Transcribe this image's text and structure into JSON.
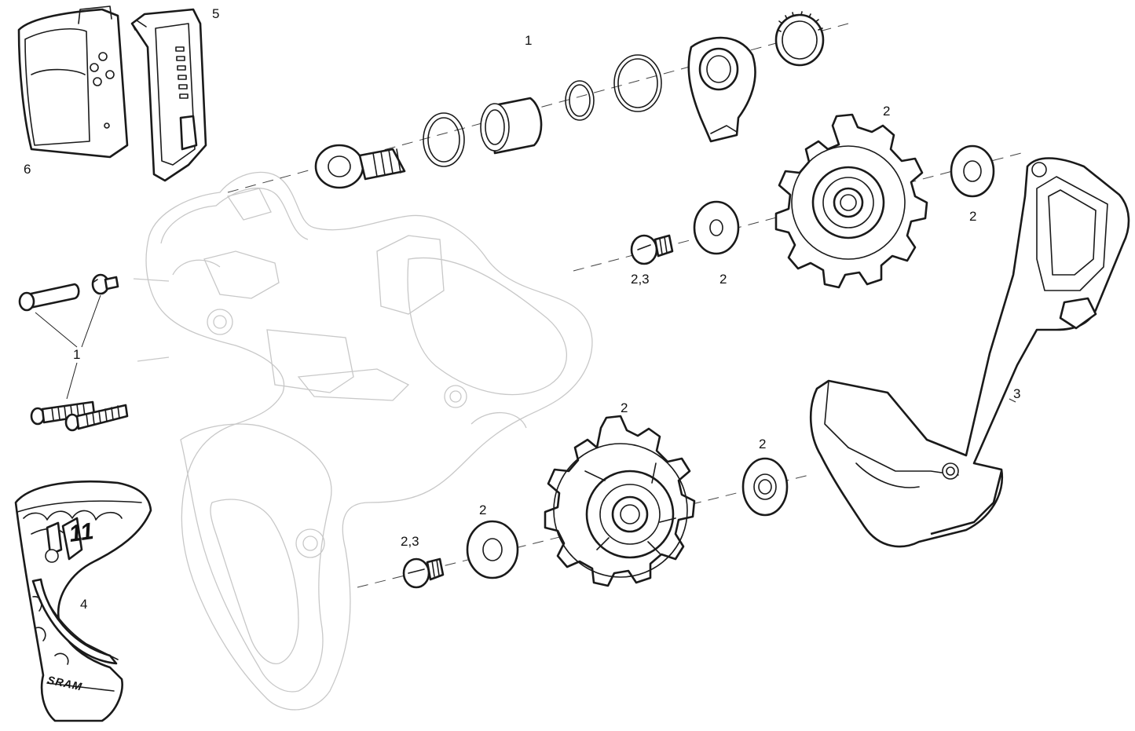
{
  "diagram": {
    "callouts": {
      "c1_top": "1",
      "c1_left": "1",
      "c2_upper_pulley": "2",
      "c2_upper_washer_right": "2",
      "c2_upper_washer_left": "2",
      "c23_upper_bolt": "2,3",
      "c2_lower_pulley": "2",
      "c2_lower_washer_right": "2",
      "c2_lower_washer_left": "2",
      "c23_lower_bolt": "2,3",
      "c3_cage_plate": "3",
      "c4_chain_gap": "4",
      "c5_battery_cover": "5",
      "c6_battery": "6"
    },
    "brand_mark": "SRAM",
    "gear_mark": "11"
  }
}
